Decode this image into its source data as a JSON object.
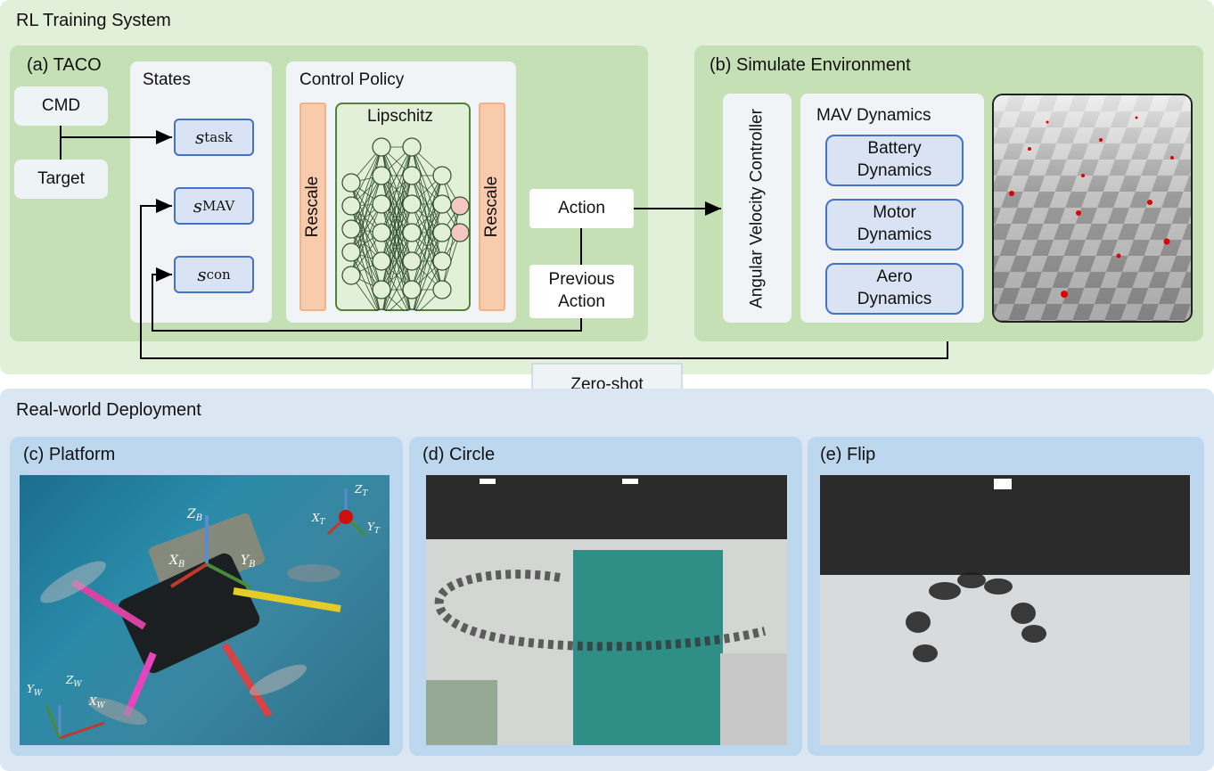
{
  "top_section": {
    "title": "RL Training System",
    "taco": {
      "title": "(a) TACO",
      "cmd": "CMD",
      "target": "Target",
      "states": {
        "title": "States",
        "items": [
          {
            "symbol": "s",
            "sub": "task"
          },
          {
            "symbol": "s",
            "sub": "MAV"
          },
          {
            "symbol": "s",
            "sub": "con"
          }
        ]
      },
      "policy": {
        "title": "Control Policy",
        "lipschitz": "Lipschitz",
        "rescale_left": "Rescale",
        "rescale_right": "Rescale"
      },
      "action": "Action",
      "previous_action": "Previous Action"
    },
    "sim": {
      "title": "(b) Simulate Environment",
      "controller": "Angular Velocity Controller",
      "mav_dynamics": {
        "title": "MAV Dynamics",
        "items": [
          "Battery Dynamics",
          "Motor Dynamics",
          "Aero Dynamics"
        ]
      }
    }
  },
  "transfer": {
    "label": "Zero-shot Transfer"
  },
  "bottom_section": {
    "title": "Real-world Deployment",
    "panels": [
      {
        "title": "(c) Platform"
      },
      {
        "title": "(d) Circle"
      },
      {
        "title": "(e) Flip"
      }
    ]
  },
  "colors": {
    "green_outer": "#e2efd9",
    "green_panel": "#c5e0b4",
    "blue_outer": "#dae7f3",
    "blue_panel": "#bdd7ee",
    "state_border": "#4472c4",
    "rescale": "#f8cbad",
    "lipschitz_border": "#548235"
  }
}
